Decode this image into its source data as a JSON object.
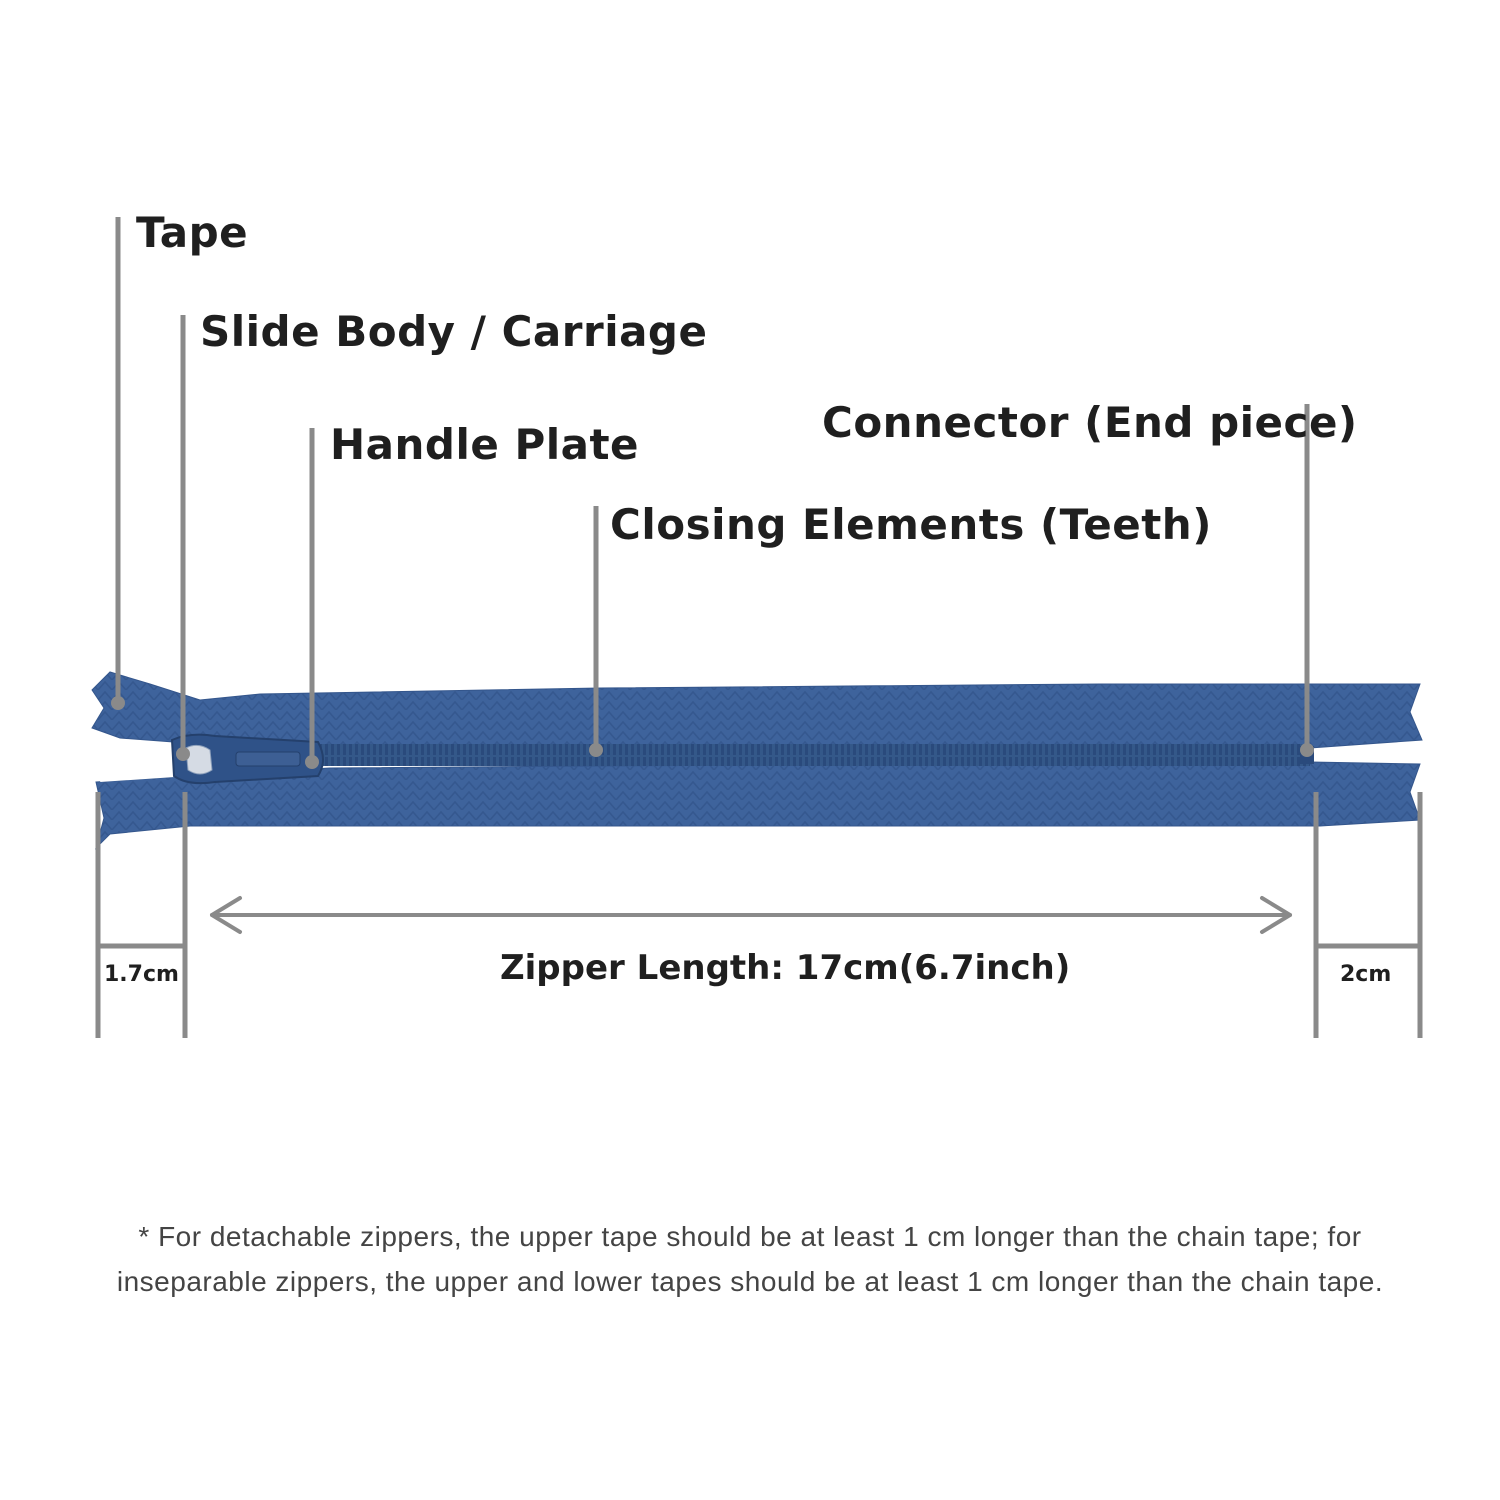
{
  "labels": {
    "tape": "Tape",
    "slide_body": "Slide Body / Carriage",
    "handle_plate": "Handle Plate",
    "connector": "Connector (End piece)",
    "closing_elements": "Closing Elements (Teeth)"
  },
  "dimensions": {
    "left_tape": "1.7cm",
    "right_tape": "2cm",
    "zipper_length": "Zipper Length: 17cm(6.7inch)"
  },
  "note": "* For detachable zippers, the upper tape should be at least 1 cm longer than the chain tape; for inseparable zippers, the upper and lower tapes should be at least 1 cm longer than the chain tape.",
  "colors": {
    "tape_blue": "#3e639c",
    "tape_dark": "#2f5288",
    "leader_gray": "#8a8a8a",
    "text": "#1f1f1f"
  }
}
